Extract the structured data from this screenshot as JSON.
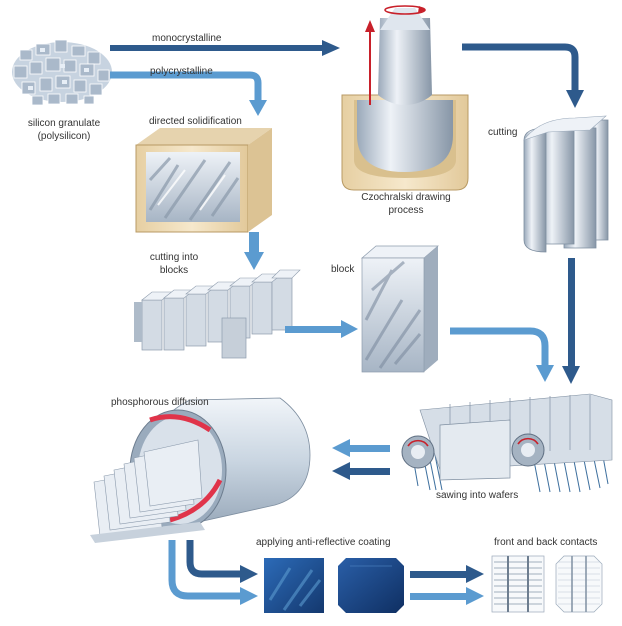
{
  "labels": {
    "monocrystalline": "monocrystalline",
    "polycrystalline": "polycrystalline",
    "granulate_line1": "silicon granulate",
    "granulate_line2": "(polysilicon)",
    "directed_solidification": "directed solidification",
    "czochralski_line1": "Czochralski drawing",
    "czochralski_line2": "process",
    "cutting": "cutting",
    "cutting_blocks_line1": "cutting into",
    "cutting_blocks_line2": "blocks",
    "block": "block",
    "phosphorous_diffusion": "phosphorous diffusion",
    "sawing_wafers": "sawing into wafers",
    "anti_reflective": "applying anti-reflective coating",
    "contacts": "front and back contacts"
  },
  "colors": {
    "arrow_dark": "#2e5a8c",
    "arrow_light": "#5b9bd0",
    "metal_light": "#e8edf3",
    "metal_mid": "#b9c6d4",
    "metal_dark": "#8696a8",
    "crucible": "#f3e2c2",
    "rod": "#c8202a",
    "wafer_blue": "#1f4f93",
    "diffusion_red": "#e0344a"
  }
}
